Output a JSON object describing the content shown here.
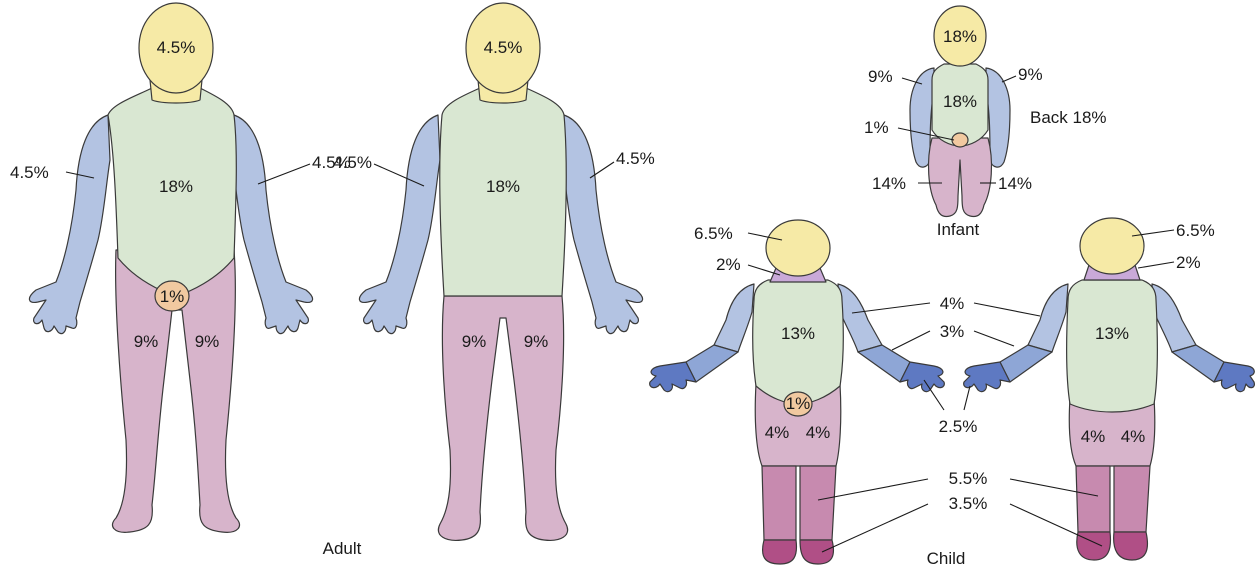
{
  "colors": {
    "head": "#f6eaa6",
    "torso": "#d9e7d2",
    "arm": "#b3c3e2",
    "forearm": "#8ea6d6",
    "hand": "#5e79c2",
    "leg": "#d7b4cb",
    "lower_leg": "#c78aaf",
    "foot": "#b04f86",
    "genital": "#f1c9a0",
    "neck": "#c9a9d8"
  },
  "adult": {
    "caption": "Adult",
    "front": {
      "head": "4.5%",
      "torso": "18%",
      "arm_left": "4.5%",
      "arm_right": "4.5%",
      "genital": "1%",
      "leg_left": "9%",
      "leg_right": "9%"
    },
    "back": {
      "head": "4.5%",
      "torso": "18%",
      "arm_left": "4.5%",
      "arm_right": "4.5%",
      "leg_left": "9%",
      "leg_right": "9%"
    }
  },
  "infant": {
    "caption": "Infant",
    "head": "18%",
    "torso": "18%",
    "arm_left": "9%",
    "arm_right": "9%",
    "genital": "1%",
    "leg_left": "14%",
    "leg_right": "14%",
    "back": "Back 18%"
  },
  "child": {
    "caption": "Child",
    "head_front": "6.5%",
    "head_back": "6.5%",
    "neck_front": "2%",
    "neck_back": "2%",
    "torso_front": "13%",
    "torso_back": "13%",
    "genital": "1%",
    "upper_arm": "4%",
    "forearm": "3%",
    "hand": "2.5%",
    "thigh_front_left": "4%",
    "thigh_front_right": "4%",
    "thigh_back_left": "4%",
    "thigh_back_right": "4%",
    "lower_leg": "5.5%",
    "foot": "3.5%"
  }
}
